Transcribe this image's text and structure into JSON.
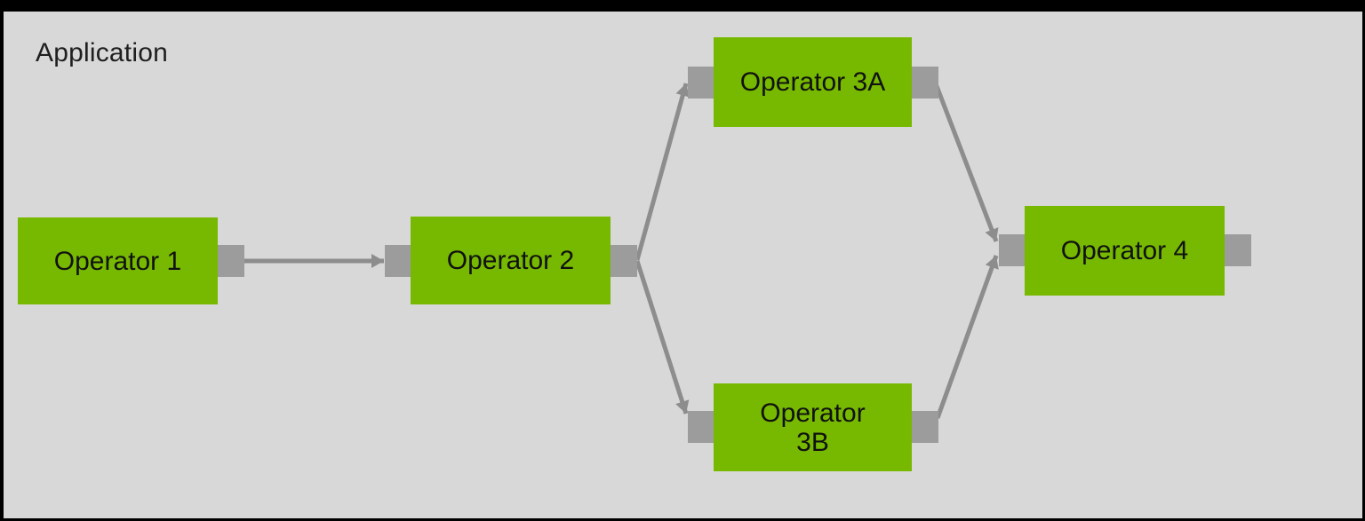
{
  "app_title": "Application",
  "colors": {
    "node_fill": "#76b900",
    "node_text": "#111111",
    "port_fill": "#9c9c9c",
    "arrow": "#8d8d8d",
    "canvas_bg": "#d8d8d8",
    "frame": "#000000",
    "title_text": "#1f1f1f"
  },
  "diagram": {
    "nodes": [
      {
        "id": "operator-1",
        "label": "Operator 1"
      },
      {
        "id": "operator-2",
        "label": "Operator 2"
      },
      {
        "id": "operator-3a",
        "label": "Operator 3A"
      },
      {
        "id": "operator-3b",
        "label": "Operator\n3B"
      },
      {
        "id": "operator-4",
        "label": "Operator 4"
      }
    ],
    "edges": [
      {
        "from": "operator-1",
        "to": "operator-2"
      },
      {
        "from": "operator-2",
        "to": "operator-3a"
      },
      {
        "from": "operator-2",
        "to": "operator-3b"
      },
      {
        "from": "operator-3a",
        "to": "operator-4"
      },
      {
        "from": "operator-3b",
        "to": "operator-4"
      }
    ]
  }
}
